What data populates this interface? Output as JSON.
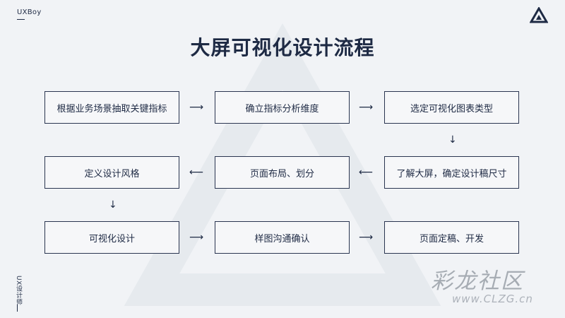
{
  "brand": {
    "name": "UXBoy"
  },
  "title": "大屏可视化设计流程",
  "side_label": "UX设计师",
  "steps": [
    "根据业务场景抽取关键指标",
    "确立指标分析维度",
    "选定可视化图表类型",
    "了解大屏，确定设计稿尺寸",
    "页面布局、划分",
    "定义设计风格",
    "可视化设计",
    "样图沟通确认",
    "页面定稿、开发"
  ],
  "arrows": {
    "right": "⟶",
    "left": "⟵",
    "down": "↓"
  },
  "watermark": {
    "text": "彩龙社区",
    "url": "www.CLZG.cn"
  },
  "colors": {
    "background": "#f1f3f6",
    "text": "#1e2a44",
    "box_border": "#2a3550",
    "watermark_triangle": "#dde2e8"
  }
}
